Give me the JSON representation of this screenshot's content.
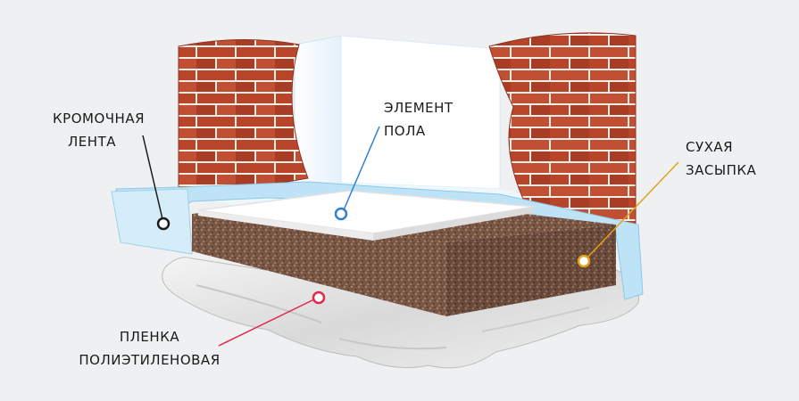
{
  "labels": {
    "edge_tape": {
      "line1": "КРОМОЧНАЯ",
      "line2": "ЛЕНТА"
    },
    "floor_element": {
      "line1": "ЭЛЕМЕНТ",
      "line2": "ПОЛА"
    },
    "dry_backfill": {
      "line1": "СУХАЯ",
      "line2": "ЗАСЫПКА"
    },
    "pe_film": {
      "line1": "ПЛЕНКА",
      "line2": "ПОЛИЭТИЛЕНОВАЯ"
    }
  },
  "colors": {
    "edge_tape_marker": "#1a1a1a",
    "floor_element_marker": "#2f7fd6",
    "dry_backfill_marker": "#e0a21b",
    "pe_film_marker": "#e0284a",
    "brick": "#b8442a",
    "mortar": "#f2eee6",
    "backfill": "#7a5644",
    "tape": "#bfe3f6"
  },
  "icons": {
    "marker": "ring-marker"
  }
}
